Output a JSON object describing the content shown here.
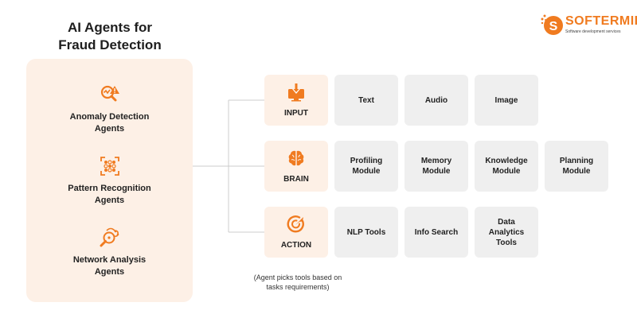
{
  "title": "AI Agents for Fraud Detection",
  "title_lines": [
    "AI Agents for",
    "Fraud Detection"
  ],
  "logo": {
    "brand": "SOFTERMII",
    "tagline": "Software development services"
  },
  "colors": {
    "accent": "#f07b20",
    "panel_bg": "#fdf0e6",
    "box_bg": "#efefef",
    "connector": "#cccccc"
  },
  "agents": [
    {
      "icon": "magnifier-warning-icon",
      "label_lines": [
        "Anomaly Detection",
        "Agents"
      ]
    },
    {
      "icon": "pattern-grid-icon",
      "label_lines": [
        "Pattern Recognition",
        "Agents"
      ]
    },
    {
      "icon": "network-search-icon",
      "label_lines": [
        "Network Analysis",
        "Agents"
      ]
    }
  ],
  "rows": [
    {
      "category": "INPUT",
      "icon": "monitor-download-icon",
      "items": [
        "Text",
        "Audio",
        "Image"
      ]
    },
    {
      "category": "BRAIN",
      "icon": "brain-icon",
      "items": [
        "Profiling Module",
        "Memory Module",
        "Knowledge Module",
        "Planning Module"
      ]
    },
    {
      "category": "ACTION",
      "icon": "cursor-target-icon",
      "items": [
        "NLP Tools",
        "Info Search",
        "Data Analytics Tools"
      ]
    }
  ],
  "note_lines": [
    "(Agent picks tools based on",
    "tasks requirements)"
  ]
}
